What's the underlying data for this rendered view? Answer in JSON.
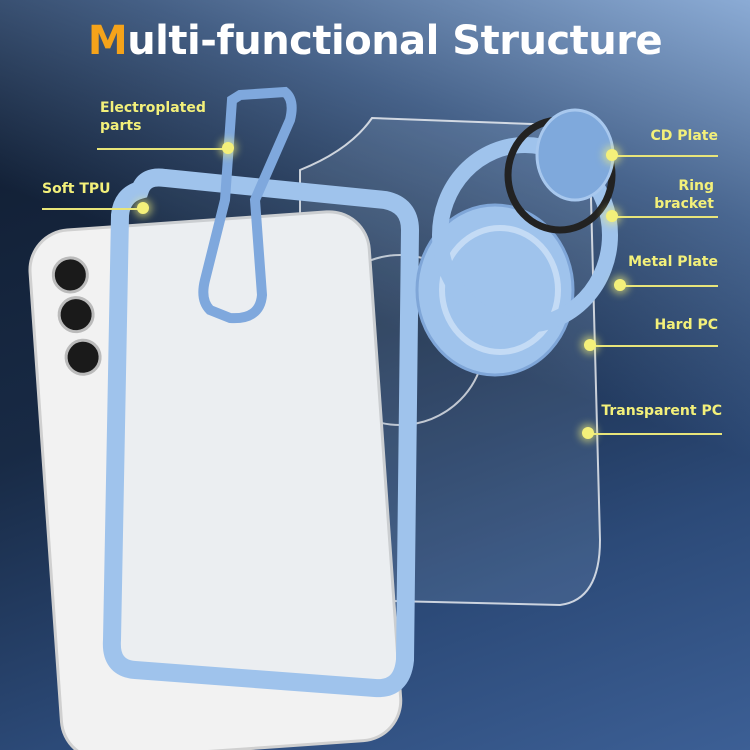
{
  "title": {
    "first_letter": "M",
    "rest": "ulti-functional Structure"
  },
  "labels": {
    "electroplated": "Electroplated parts",
    "soft_tpu": "Soft TPU",
    "cd_plate": "CD Plate",
    "ring_bracket": "Ring bracket",
    "metal_plate": "Metal Plate",
    "hard_pc": "Hard PC",
    "transparent_pc": "Transparent PC"
  },
  "colors": {
    "accent": "#f5a31a",
    "label": "#f3f07a",
    "case_blue": "#9fc3ec"
  }
}
